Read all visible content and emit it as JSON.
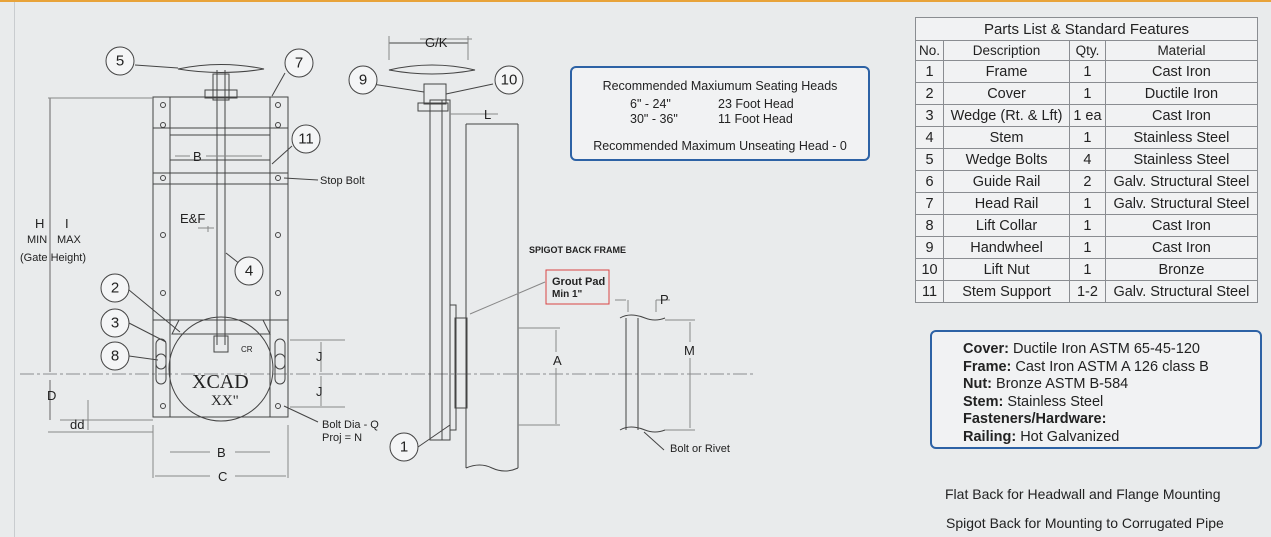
{
  "parts_list": {
    "title": "Parts List & Standard Features",
    "headers": [
      "No.",
      "Description",
      "Qty.",
      "Material"
    ],
    "rows": [
      [
        "1",
        "Frame",
        "1",
        "Cast Iron"
      ],
      [
        "2",
        "Cover",
        "1",
        "Ductile Iron"
      ],
      [
        "3",
        "Wedge (Rt. & Lft)",
        "1 ea",
        "Cast Iron"
      ],
      [
        "4",
        "Stem",
        "1",
        "Stainless Steel"
      ],
      [
        "5",
        "Wedge Bolts",
        "4",
        "Stainless Steel"
      ],
      [
        "6",
        "Guide Rail",
        "2",
        "Galv. Structural Steel"
      ],
      [
        "7",
        "Head Rail",
        "1",
        "Galv. Structural Steel"
      ],
      [
        "8",
        "Lift Collar",
        "1",
        "Cast Iron"
      ],
      [
        "9",
        "Handwheel",
        "1",
        "Cast Iron"
      ],
      [
        "10",
        "Lift Nut",
        "1",
        "Bronze"
      ],
      [
        "11",
        "Stem Support",
        "1-2",
        "Galv. Structural Steel"
      ]
    ]
  },
  "seating_heads": {
    "title": "Recommended Maxiumum Seating Heads",
    "row1_size": "6\" - 24\"",
    "row1_head": "23 Foot Head",
    "row2_size": "30\" - 36\"",
    "row2_head": "11 Foot Head",
    "unseating": "Recommended Maximum Unseating Head - 0"
  },
  "materials": {
    "cover_label": "Cover:",
    "cover_value": "Ductile Iron ASTM 65-45-120",
    "frame_label": "Frame:",
    "frame_value": "Cast Iron ASTM A 126 class B",
    "nut_label": "Nut:",
    "nut_value": "Bronze ASTM B-584",
    "stem_label": "Stem:",
    "stem_value": "Stainless Steel",
    "fasteners_label": "Fasteners/Hardware:",
    "railing_label": "Railing:",
    "railing_value": "Hot Galvanized"
  },
  "notes": {
    "flat_back": "Flat Back  for Headwall and Flange Mounting",
    "spigot_back": "Spigot Back for Mounting to Corrugated Pipe"
  },
  "drawing_labels": {
    "b_top": "B",
    "b_bottom": "B",
    "c": "C",
    "d": "D",
    "dd": "dd",
    "h": "H",
    "i": "I",
    "min": "MIN",
    "max": "MAX",
    "gate_height": "(Gate Height)",
    "ef": "E&F",
    "stop_bolt": "Stop Bolt",
    "j_top": "J",
    "j_bottom": "J",
    "bolt_dia": "Bolt Dia - Q",
    "proj": "Proj = N",
    "xcad": "XCAD",
    "xx": "XX\"",
    "cr": "CR",
    "gk": "G/K",
    "l": "L",
    "a": "A",
    "p": "P",
    "m": "M",
    "spigot_back_frame": "SPIGOT BACK FRAME",
    "grout_pad_1": "Grout Pad",
    "grout_pad_2": "Min 1\"",
    "bolt_or_rivet": "Bolt or Rivet"
  },
  "callouts": [
    "1",
    "2",
    "3",
    "4",
    "5",
    "7",
    "8",
    "9",
    "10",
    "11"
  ],
  "colors": {
    "accent_blue": "#2d62a5",
    "top_orange": "#e8a33a",
    "grout_red": "#d94444"
  }
}
